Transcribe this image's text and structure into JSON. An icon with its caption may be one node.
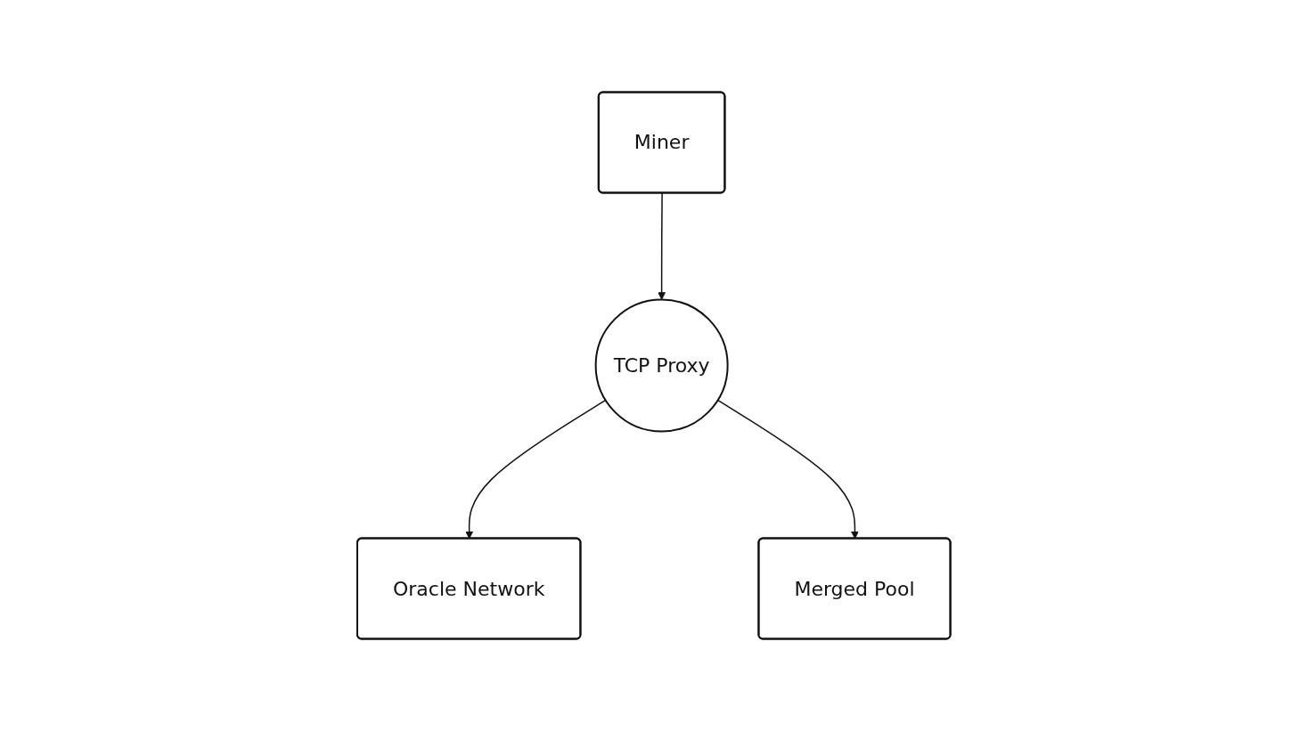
{
  "diagram": {
    "nodes": [
      {
        "text": [
          "Miner"
        ]
      },
      {
        "text": [
          "Oracle Network"
        ]
      },
      {
        "text": [
          "TCP Proxy"
        ]
      },
      {
        "text": [
          "Merged Pool"
        ]
      }
    ],
    "edges": [
      {
        "from": 0,
        "to": 2,
        "arrow": "to"
      },
      {
        "from": 2,
        "to": 1,
        "arrow": "to"
      },
      {
        "from": 2,
        "to": 3,
        "arrow": "to"
      }
    ]
  }
}
